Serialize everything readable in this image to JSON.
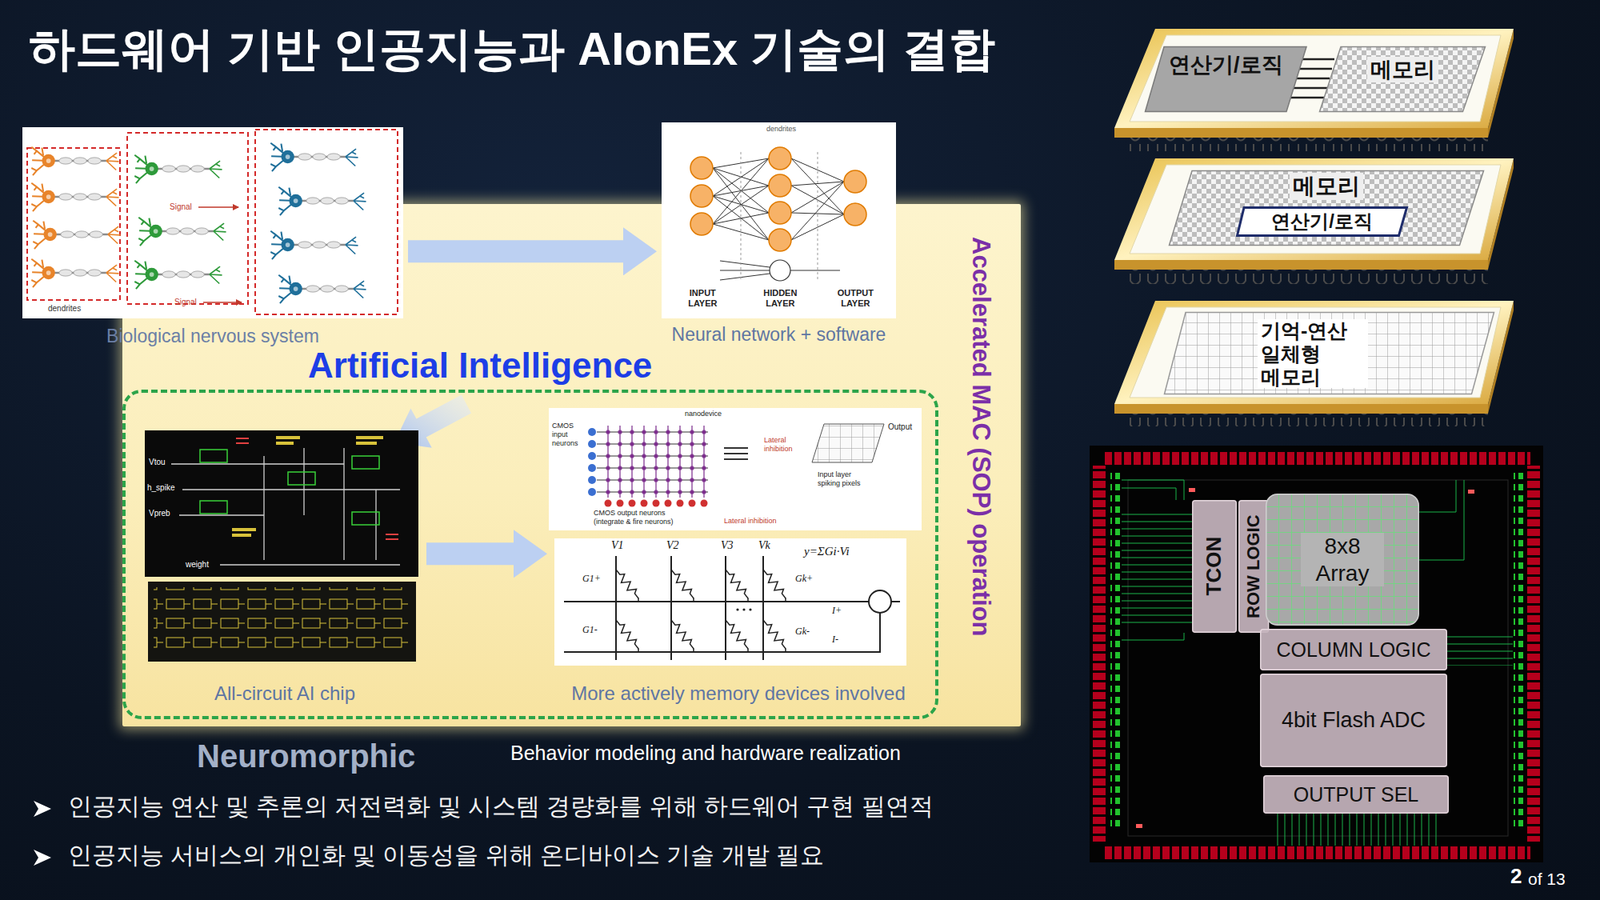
{
  "diagram": {
    "title": "하드웨어 기반 인공지능과 AIonEx 기술의 결합",
    "nodes": [
      {
        "text": [
          "Artificial Intelligence",
          "Accelerated MAC (SOP) operation"
        ]
      },
      {
        "text": [
          "Biological nervous system"
        ]
      },
      {
        "text": [
          "Neural network + software"
        ]
      },
      {
        "text": [
          "Neuromorphic"
        ],
        "in": 0
      },
      {
        "text": [
          "All-circuit AI chip"
        ],
        "in": 3
      },
      {
        "text": [
          "More actively memory devices involved"
        ],
        "in": 3
      },
      {
        "text": [
          "연산기/로직"
        ]
      },
      {
        "text": [
          "메모리"
        ]
      },
      {
        "text": [
          "메모리"
        ]
      },
      {
        "text": [
          "연산기/로직"
        ],
        "in": 8
      },
      {
        "text": [
          "기억-연산 일체형 메모리"
        ]
      },
      {
        "text": [
          "TCON"
        ]
      },
      {
        "text": [
          "ROW LOGIC"
        ]
      },
      {
        "text": [
          "8x8 Array"
        ]
      },
      {
        "text": [
          "COLUMN LOGIC"
        ]
      },
      {
        "text": [
          "4bit Flash ADC"
        ]
      },
      {
        "text": [
          "OUTPUT SEL"
        ]
      }
    ],
    "edges": [
      {
        "from": 1,
        "to": 2,
        "arrow": "to"
      },
      {
        "from": 4,
        "to": 5,
        "arrow": "to"
      }
    ],
    "labels": [
      "Behavior modeling and hardware realization",
      "인공지능 연산 및 추론의 저전력화 및 시스템 경량화를 위해 하드웨어 구현 필연적",
      "인공지능 서비스의 개인화 및 이동성을 위해 온디바이스 기술 개발 필요",
      "2",
      "of 13",
      "Signal",
      "Signal",
      "dendrites",
      "INPUT LAYER",
      "HIDDEN LAYER",
      "OUTPUT LAYER",
      "dendrites",
      "CMOS input neurons",
      "nanodevice",
      "Output",
      "Lateral inhibition",
      "Input layer spiking pixels",
      "Lateral inhibition",
      "CMOS output neurons (integrate & fire neurons)",
      "V1",
      "V2",
      "V3",
      "Vk",
      "y=ΣGi·Vi",
      "G1+",
      "Gk+",
      "G1-",
      "Gk-",
      "I+",
      "I-",
      "Vtou",
      "h_spike",
      "Vpreb",
      "weight"
    ]
  }
}
